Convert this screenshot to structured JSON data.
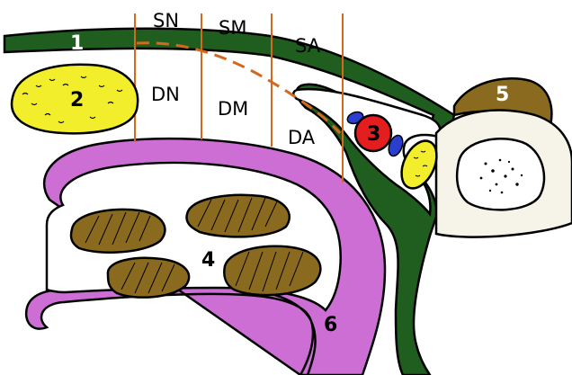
{
  "diagram": {
    "region_labels": {
      "sn": "SN",
      "sm": "SM",
      "sa": "SA",
      "dn": "DN",
      "dm": "DM",
      "da": "DA"
    },
    "numbers": {
      "n1": "1",
      "n2": "2",
      "n3": "3",
      "n4": "4",
      "n5": "5",
      "n6": "6"
    },
    "colors": {
      "green": "#1f5e1f",
      "purple": "#cc6ed4",
      "yellow": "#f2ee2b",
      "olive": "#8a6a1e",
      "red": "#e41e1e",
      "blue": "#2a3fd0",
      "orange": "#d2691e"
    }
  }
}
